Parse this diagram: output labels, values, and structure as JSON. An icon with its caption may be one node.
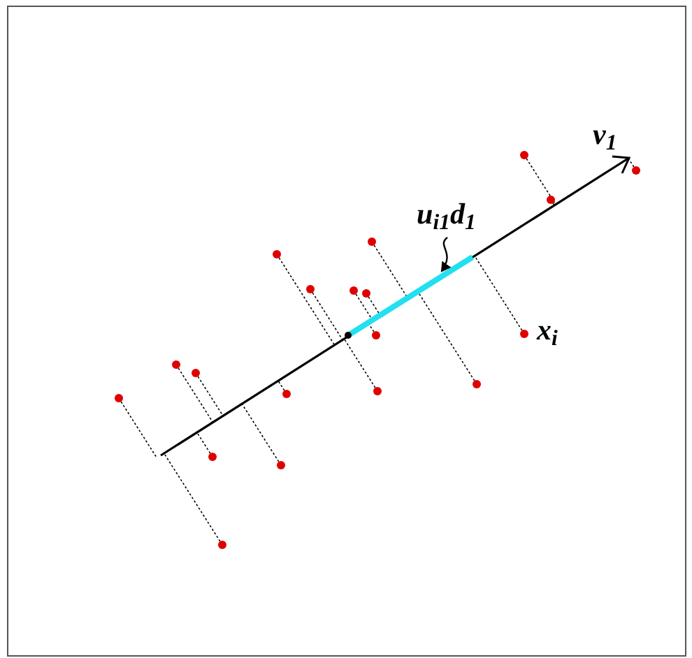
{
  "diagram": {
    "nodes": [
      {
        "text": [
          "u$_{i1}$d$_{1}$"
        ]
      },
      {
        "text": [],
        "shape": "bar"
      }
    ],
    "edges": [
      {
        "from": 0,
        "to": 1,
        "arrow": "to"
      }
    ],
    "labels": [
      "v$_{1}$",
      "x$_{i}$"
    ]
  }
}
